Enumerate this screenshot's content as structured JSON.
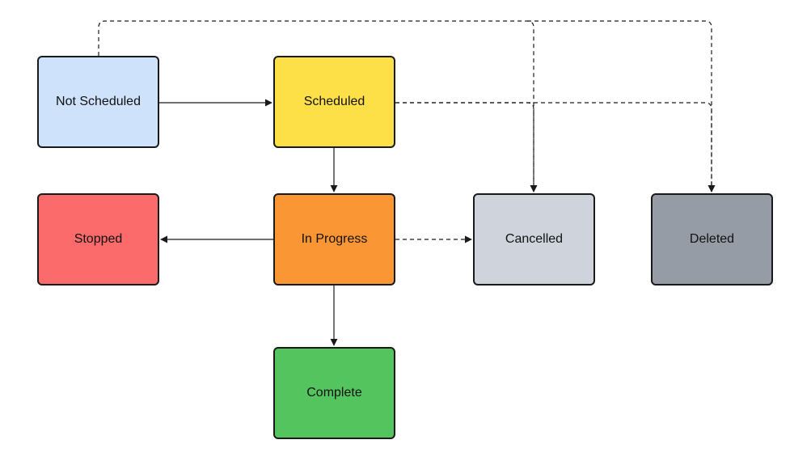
{
  "nodes": {
    "not_scheduled": {
      "label": "Not Scheduled",
      "color": "#cfe2fb"
    },
    "scheduled": {
      "label": "Scheduled",
      "color": "#fde047"
    },
    "stopped": {
      "label": "Stopped",
      "color": "#fb6b6b"
    },
    "in_progress": {
      "label": "In Progress",
      "color": "#fb9634"
    },
    "cancelled": {
      "label": "Cancelled",
      "color": "#cfd4dc"
    },
    "deleted": {
      "label": "Deleted",
      "color": "#959ca6"
    },
    "complete": {
      "label": "Complete",
      "color": "#54c45e"
    }
  },
  "edges": [
    {
      "from": "not_scheduled",
      "to": "scheduled",
      "style": "solid"
    },
    {
      "from": "scheduled",
      "to": "in_progress",
      "style": "solid"
    },
    {
      "from": "in_progress",
      "to": "stopped",
      "style": "solid"
    },
    {
      "from": "in_progress",
      "to": "complete",
      "style": "solid"
    },
    {
      "from": "in_progress",
      "to": "cancelled",
      "style": "dashed"
    },
    {
      "from": "not_scheduled",
      "to": "cancelled",
      "style": "dashed"
    },
    {
      "from": "not_scheduled",
      "to": "deleted",
      "style": "dashed"
    },
    {
      "from": "scheduled",
      "to": "cancelled",
      "style": "dashed"
    },
    {
      "from": "scheduled",
      "to": "deleted",
      "style": "dashed"
    }
  ],
  "edge_color": "#1a1a1a"
}
